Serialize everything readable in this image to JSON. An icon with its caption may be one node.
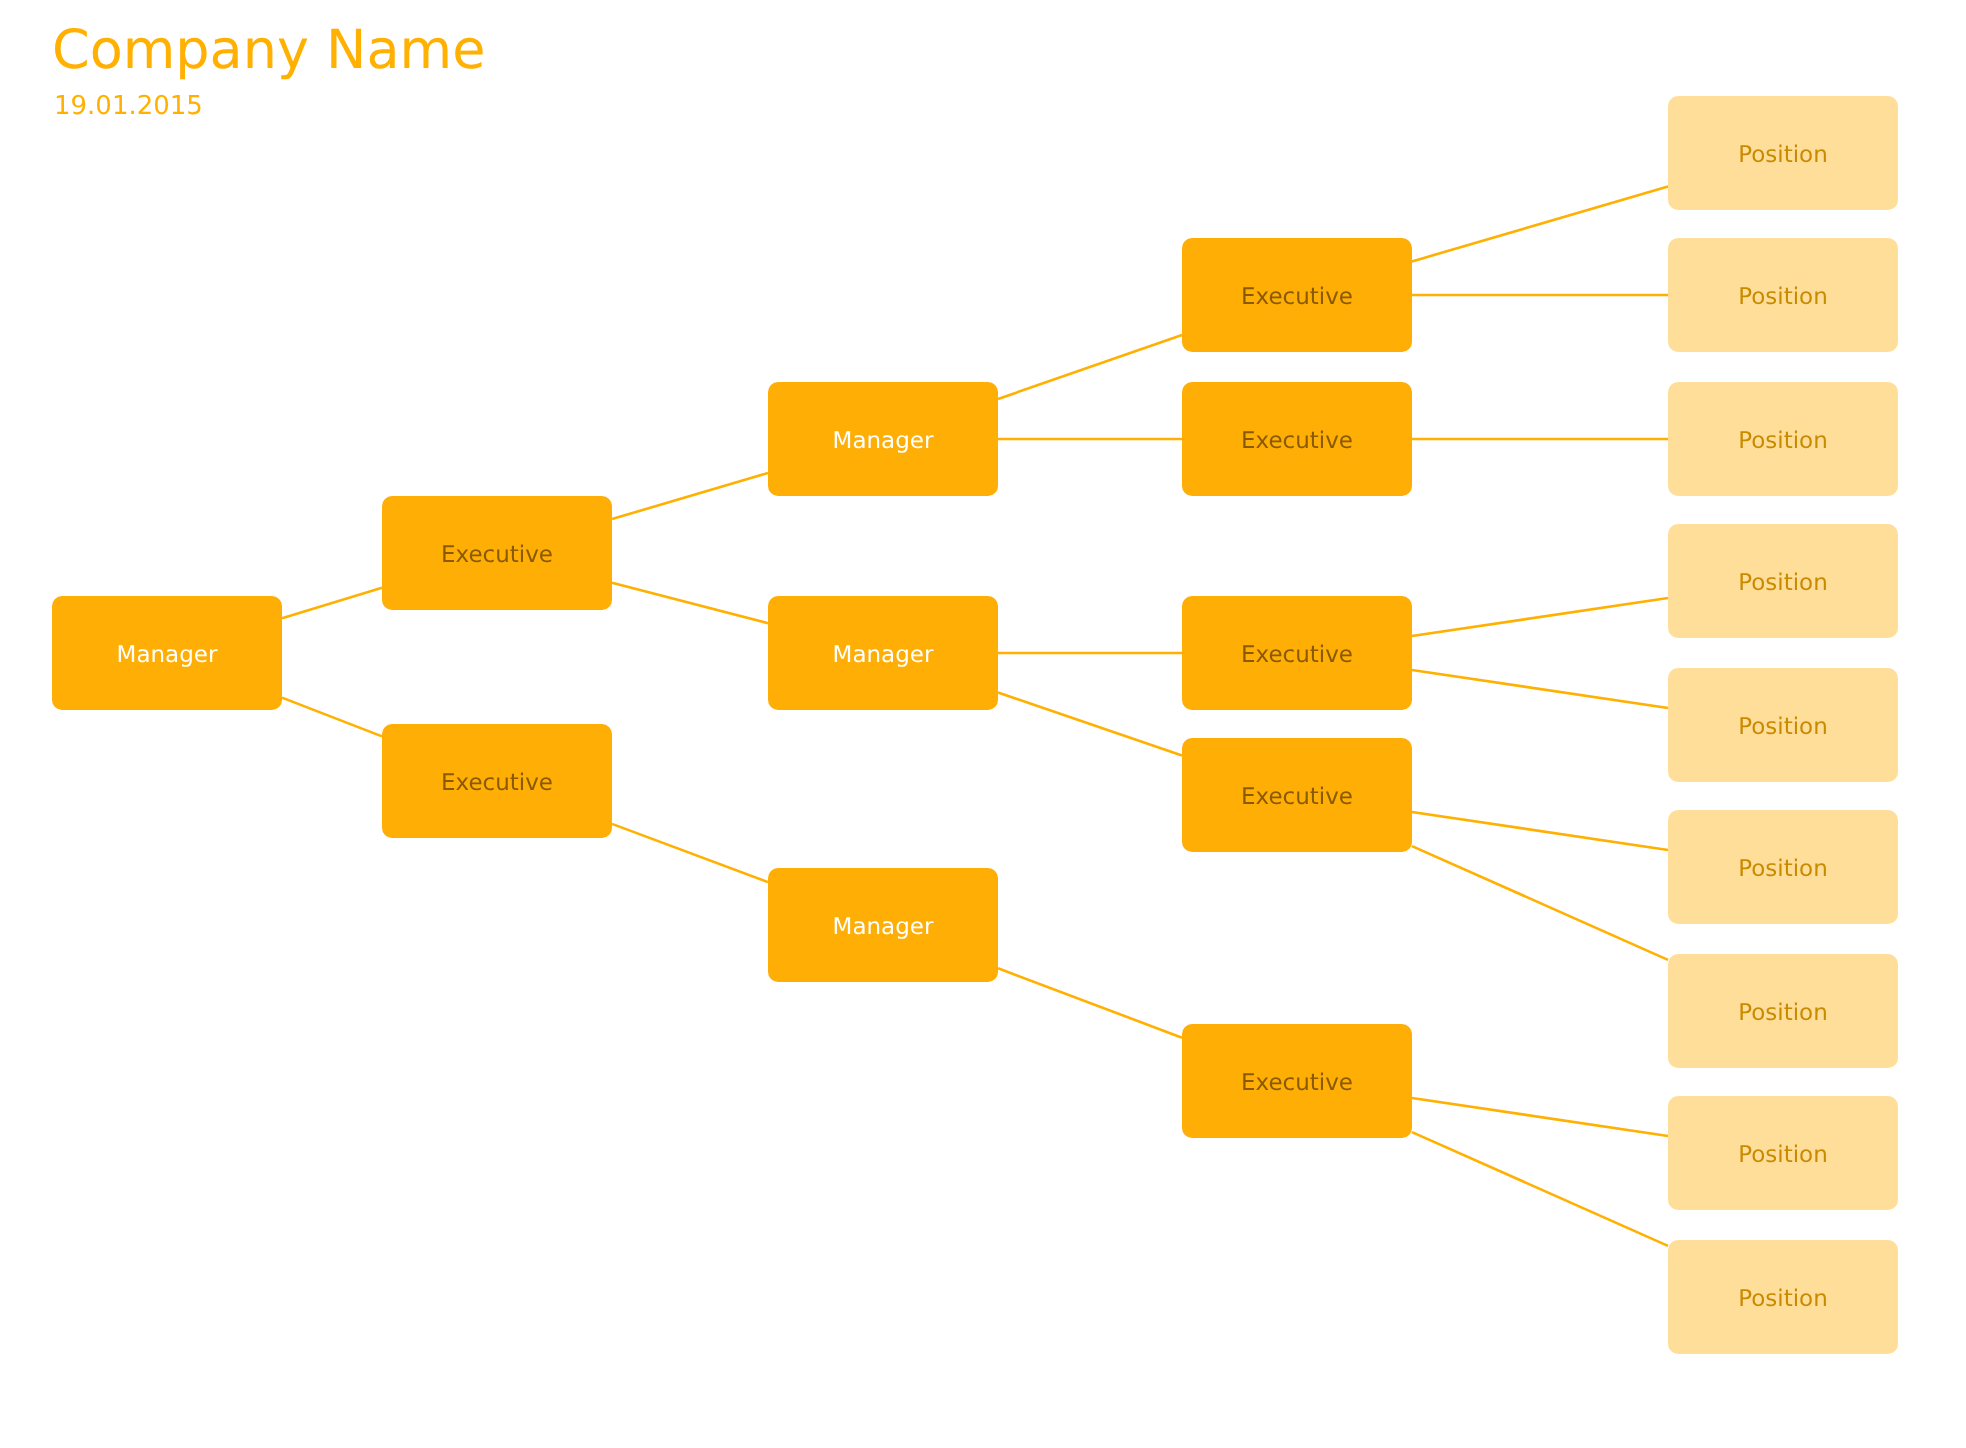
{
  "diagram": {
    "title": "Company Name",
    "labels": [
      "19.01.2015"
    ],
    "nodes": [
      {
        "text": [
          "Manager"
        ]
      },
      {
        "text": [
          "Executive"
        ]
      },
      {
        "text": [
          "Executive"
        ]
      },
      {
        "text": [
          "Manager"
        ]
      },
      {
        "text": [
          "Manager"
        ]
      },
      {
        "text": [
          "Manager"
        ]
      },
      {
        "text": [
          "Executive"
        ]
      },
      {
        "text": [
          "Executive"
        ]
      },
      {
        "text": [
          "Executive"
        ]
      },
      {
        "text": [
          "Executive"
        ]
      },
      {
        "text": [
          "Executive"
        ]
      },
      {
        "text": [
          "Position"
        ]
      },
      {
        "text": [
          "Position"
        ]
      },
      {
        "text": [
          "Position"
        ]
      },
      {
        "text": [
          "Position"
        ]
      },
      {
        "text": [
          "Position"
        ]
      },
      {
        "text": [
          "Position"
        ]
      },
      {
        "text": [
          "Position"
        ]
      },
      {
        "text": [
          "Position"
        ]
      },
      {
        "text": [
          "Position"
        ]
      }
    ],
    "edges": [
      {
        "from": 0,
        "to": 1,
        "arrow": "none"
      },
      {
        "from": 0,
        "to": 2,
        "arrow": "none"
      },
      {
        "from": 1,
        "to": 3,
        "arrow": "none"
      },
      {
        "from": 1,
        "to": 4,
        "arrow": "none"
      },
      {
        "from": 2,
        "to": 5,
        "arrow": "none"
      },
      {
        "from": 3,
        "to": 6,
        "arrow": "none"
      },
      {
        "from": 3,
        "to": 7,
        "arrow": "none"
      },
      {
        "from": 4,
        "to": 8,
        "arrow": "none"
      },
      {
        "from": 4,
        "to": 9,
        "arrow": "none"
      },
      {
        "from": 5,
        "to": 10,
        "arrow": "none"
      },
      {
        "from": 6,
        "to": 11,
        "arrow": "none"
      },
      {
        "from": 6,
        "to": 12,
        "arrow": "none"
      },
      {
        "from": 7,
        "to": 13,
        "arrow": "none"
      },
      {
        "from": 8,
        "to": 14,
        "arrow": "none"
      },
      {
        "from": 8,
        "to": 15,
        "arrow": "none"
      },
      {
        "from": 9,
        "to": 16,
        "arrow": "none"
      },
      {
        "from": 9,
        "to": 17,
        "arrow": "none"
      },
      {
        "from": 10,
        "to": 18,
        "arrow": "none"
      },
      {
        "from": 10,
        "to": 19,
        "arrow": "none"
      }
    ]
  }
}
